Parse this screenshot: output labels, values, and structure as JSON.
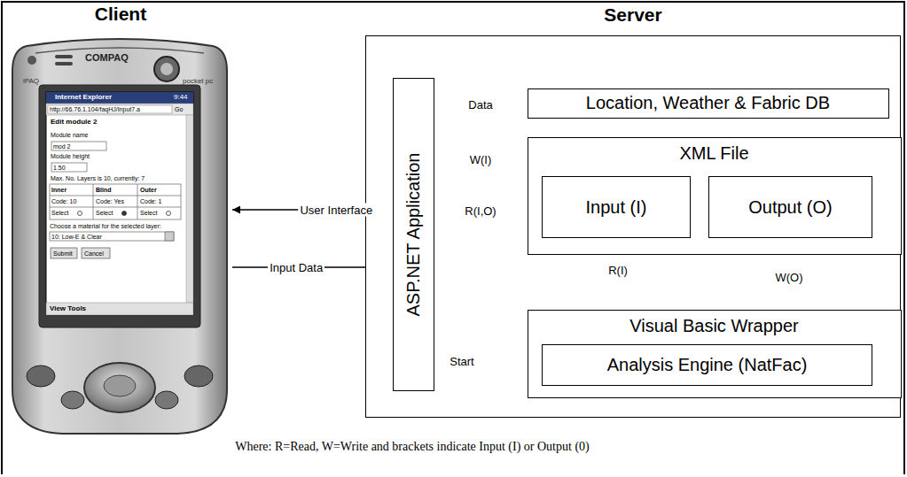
{
  "diagram": {
    "caption": "Where: R=Read, W=Write and brackets indicate Input (I) or Output (0)",
    "nodes": [
      {
        "text": [
          "Client"
        ]
      },
      {
        "text": [
          "Server"
        ]
      },
      {
        "text": [
          "ASP.NET Application"
        ],
        "in": 1
      },
      {
        "text": [
          "Location, Weather & Fabric DB"
        ],
        "in": 1
      },
      {
        "text": [
          "XML File"
        ],
        "in": 1
      },
      {
        "text": [
          "Input (I)"
        ],
        "in": 4
      },
      {
        "text": [
          "Output (O)"
        ],
        "in": 4
      },
      {
        "text": [
          "Visual Basic Wrapper"
        ],
        "in": 1
      },
      {
        "text": [
          "Analysis Engine (NatFac)"
        ],
        "in": 7
      }
    ],
    "edges": [
      {
        "from": 3,
        "to": 2,
        "label": "Data",
        "arrow": "to"
      },
      {
        "from": 2,
        "to": 4,
        "label": "W(I)",
        "arrow": "to"
      },
      {
        "from": 4,
        "to": 2,
        "label": "R(I,O)",
        "arrow": "to"
      },
      {
        "from": 2,
        "to": 0,
        "label": "User Interface",
        "arrow": "to"
      },
      {
        "from": 0,
        "to": 2,
        "label": "Input Data",
        "arrow": "to"
      },
      {
        "from": 5,
        "to": 7,
        "label": "R(I)",
        "arrow": "to"
      },
      {
        "from": 7,
        "to": 6,
        "label": "W(O)",
        "arrow": "to"
      },
      {
        "from": 2,
        "to": 7,
        "label": "Start",
        "arrow": "to"
      }
    ],
    "labels": [
      "COMPAQ",
      "iPAQ",
      "pocket pc",
      "Internet Explorer",
      "9:44",
      "http://66.76.1.104/faqHJ/Input7.a",
      "Go",
      "Edit module 2",
      "Module name",
      "mod 2",
      "Module height",
      "1.50",
      "Max. No. Layers is 10, currently: 7",
      "Inner",
      "Blind",
      "Outer",
      "Code: 10",
      "Code: Yes",
      "Code: 1",
      "Select",
      "Select",
      "Select",
      "Choose a material for the selected layer:",
      "10: Low-E & Clear",
      "Submit",
      "Cancel",
      "View Tools"
    ]
  }
}
